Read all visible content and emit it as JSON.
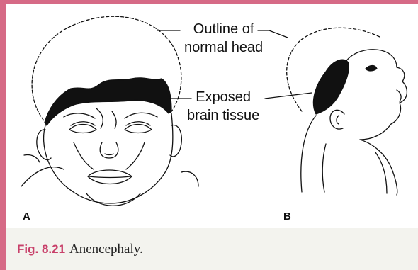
{
  "figure": {
    "panel_a_label": "A",
    "panel_b_label": "B",
    "callouts": {
      "outline_line1": "Outline of",
      "outline_line2": "normal head",
      "exposed_line1": "Exposed",
      "exposed_line2": "brain tissue"
    }
  },
  "caption": {
    "number": "Fig. 8.21",
    "text": "Anencephaly."
  },
  "colors": {
    "accent": "#d66a86",
    "caption_number": "#c8406a",
    "caption_background": "#f3f3ee",
    "brain_tissue": "#111111"
  }
}
